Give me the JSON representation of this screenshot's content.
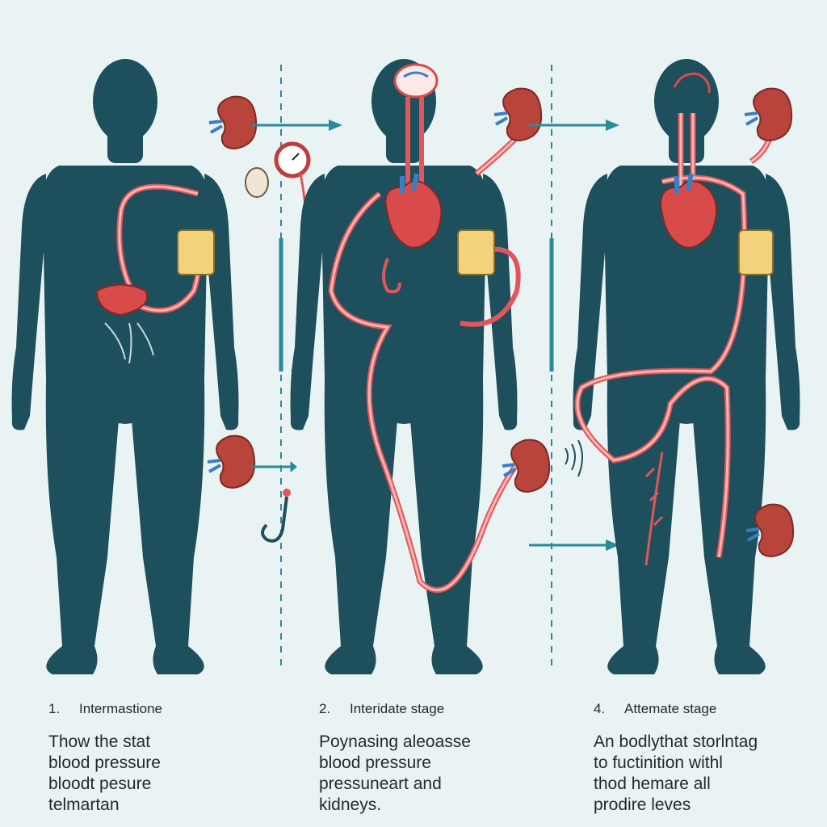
{
  "colors": {
    "background": "#eaf3f3",
    "body": "#1d4f5c",
    "vessel": "#e2555a",
    "vessel_light": "#f4b7b4",
    "kidney": "#b8443c",
    "heart": "#d94b4b",
    "cuff": "#f2d27a",
    "arrow": "#2a8a9c",
    "divider": "#2a8a9c"
  },
  "icons": [
    "kidney-icon",
    "heart-icon",
    "blood-pressure-gauge-icon",
    "blood-pressure-cuff-icon",
    "brain-icon",
    "arrow-right-icon",
    "sound-waves-icon",
    "hook-icon"
  ],
  "stages": [
    {
      "number": "1.",
      "title": "Intermastione",
      "body": "Thow the stat\nblood pressure\nbloodt pesure\ntelmartan"
    },
    {
      "number": "2.",
      "title": "Interidate stage",
      "body": "Poynasing aleoasse\nblood pressure\npressuneart and\nkidneys."
    },
    {
      "number": "4.",
      "title": "Attemate stage",
      "body": "An bodlythat storlntag\nto fuctinition withl\nthod hemare all\nprodire leves"
    }
  ]
}
